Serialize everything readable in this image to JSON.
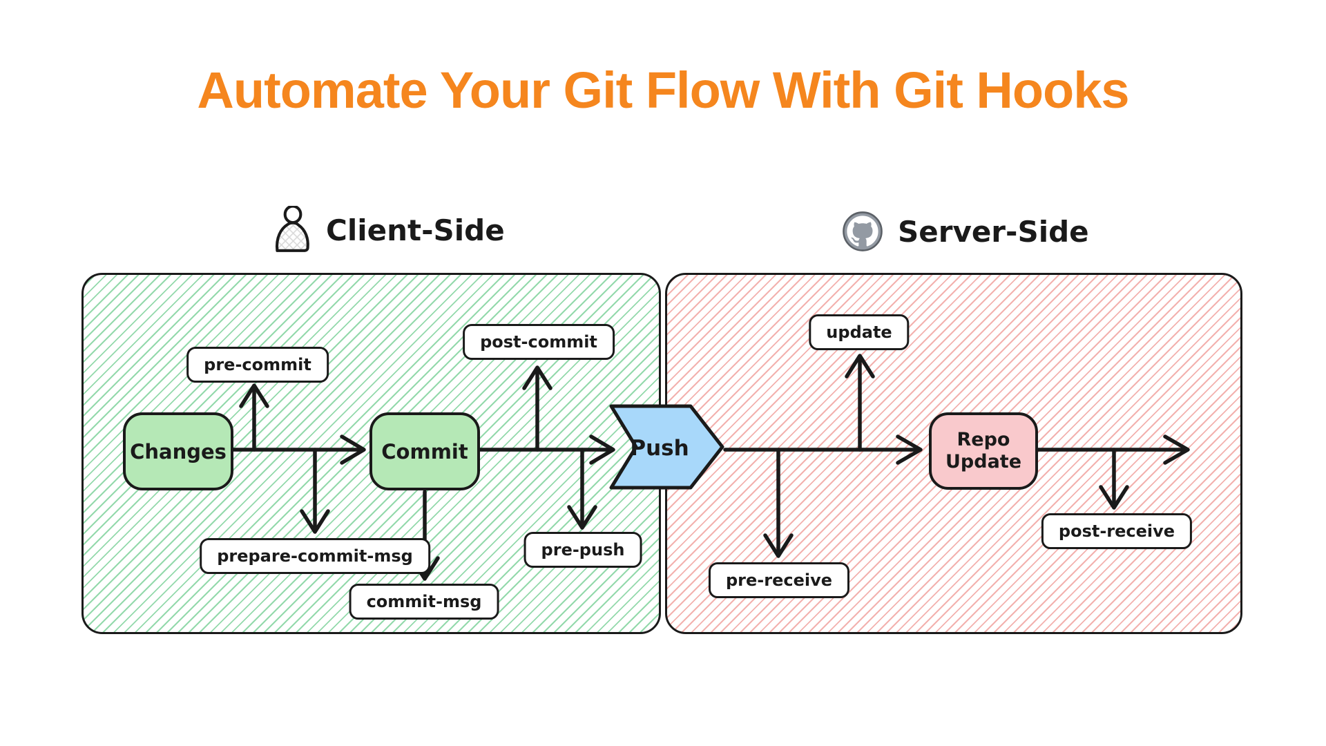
{
  "title": {
    "text": "Automate Your Git Flow With Git Hooks"
  },
  "sections": {
    "client": {
      "label": "Client-Side",
      "icon": "person-icon"
    },
    "server": {
      "label": "Server-Side",
      "icon": "github-icon"
    }
  },
  "nodes": {
    "changes": {
      "label": "Changes"
    },
    "commit": {
      "label": "Commit"
    },
    "push": {
      "label": "Push"
    },
    "repo_update": {
      "line1": "Repo",
      "line2": "Update"
    }
  },
  "hooks": {
    "pre_commit": "pre-commit",
    "post_commit": "post-commit",
    "prepare_commit_msg": "prepare-commit-msg",
    "commit_msg": "commit-msg",
    "pre_push": "pre-push",
    "update": "update",
    "pre_receive": "pre-receive",
    "post_receive": "post-receive"
  },
  "colors": {
    "title_orange": "#F5861E",
    "node_green": "#B5E8B6",
    "node_blue": "#A8D8FA",
    "node_pink": "#F9C9CC",
    "hatch_green": "#93D9AB",
    "hatch_red": "#F3B1AE",
    "ink": "#1A1A1A",
    "github_gray": "#939AA3"
  }
}
